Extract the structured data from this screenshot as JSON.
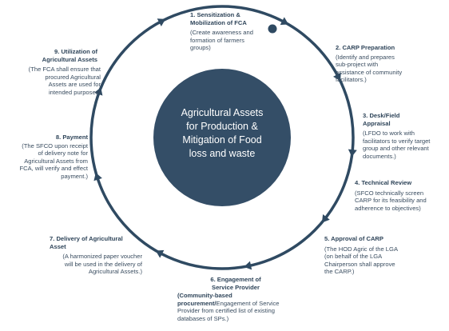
{
  "colors": {
    "ring": "#2f4a62",
    "center_fill": "#344e67",
    "text_dark": "#2e4459"
  },
  "center": {
    "lines": [
      "Agricultural Assets",
      "for Production &",
      "Mitigation of Food",
      "loss and waste"
    ]
  },
  "steps": [
    {
      "title_lines": [
        "1. Sensitization &",
        "Mobilization of FCA"
      ],
      "desc_lines": [
        "(Create awareness and",
        "formation of farmers",
        "groups)"
      ]
    },
    {
      "title_lines": [
        "2. CARP Preparation"
      ],
      "desc_lines": [
        "(Identify and prepares",
        "sub-project with",
        "assistance of community",
        "facilitators.)"
      ]
    },
    {
      "title_lines": [
        "3. Desk/Field",
        "Appraisal"
      ],
      "desc_lines": [
        "(LFDO to work with",
        "facilitators to verify target",
        "group and other relevant",
        "documents.)"
      ]
    },
    {
      "title_lines": [
        "4. Technical Review"
      ],
      "desc_lines": [
        "(SFCO technically screen",
        "CARP for its feasibility and",
        "adherence to objectives)"
      ]
    },
    {
      "title_lines": [
        "5. Approval of CARP"
      ],
      "desc_lines": [
        "(The HOD Agric of the LGA",
        "(on behalf of the LGA",
        "Chairperson shall approve",
        "the CARP.)"
      ]
    },
    {
      "title_lines": [
        "6. Engagement of",
        "Service Provider"
      ],
      "desc_bold": "(Community-based",
      "desc_bold2": "procurement/",
      "desc_rest": "Engagement of Service",
      "desc_lines": [
        "Provider from certified list of existing",
        "databases of SPs.)"
      ]
    },
    {
      "title_lines": [
        "7. Delivery of Agricultural",
        "Asset"
      ],
      "desc_lines": [
        "(A harmonized paper voucher",
        "will be used in the delivery of",
        "Agricultural Assets.)"
      ]
    },
    {
      "title_lines": [
        "8. Payment"
      ],
      "desc_lines": [
        "(The SFCO upon receipt",
        "of delivery note for",
        "Agricultural Assets from",
        "FCA, will verify and effect",
        "payment.)"
      ]
    },
    {
      "title_lines": [
        "9. Utilization of",
        "Agricultural Assets"
      ],
      "desc_lines": [
        "(The FCA shall ensure that",
        "procured Agricultural",
        "Assets are used for",
        "intended purposes)"
      ]
    }
  ]
}
